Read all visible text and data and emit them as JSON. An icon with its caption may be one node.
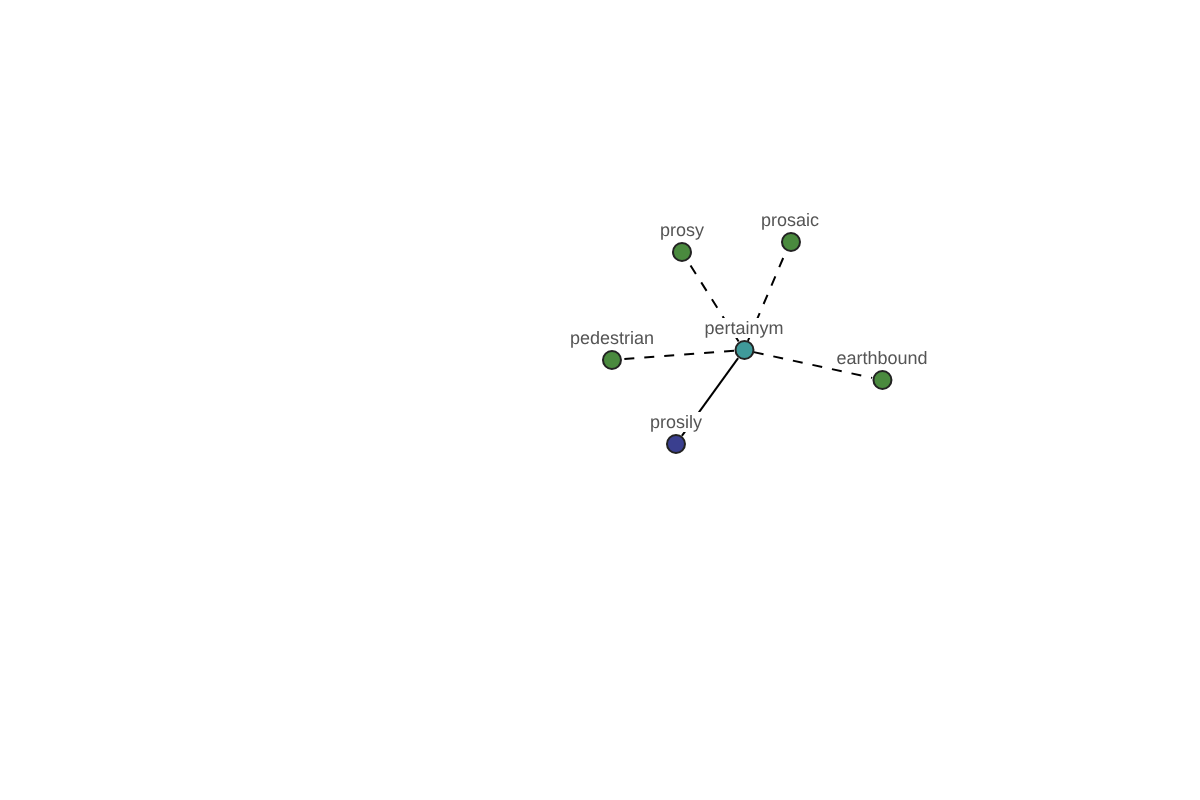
{
  "diagram": {
    "nodes": [
      {
        "text": [
          "pertainym"
        ]
      },
      {
        "text": [
          "prosy"
        ]
      },
      {
        "text": [
          "prosaic"
        ]
      },
      {
        "text": [
          "pedestrian"
        ]
      },
      {
        "text": [
          "earthbound"
        ]
      },
      {
        "text": [
          "prosily"
        ]
      }
    ],
    "edges": [
      {
        "from": 0,
        "to": 1,
        "arrow": "none",
        "style": "dashed"
      },
      {
        "from": 0,
        "to": 2,
        "arrow": "none",
        "style": "dashed"
      },
      {
        "from": 0,
        "to": 3,
        "arrow": "none",
        "style": "dashed"
      },
      {
        "from": 0,
        "to": 4,
        "arrow": "none",
        "style": "dashed"
      },
      {
        "from": 0,
        "to": 5,
        "arrow": "none"
      }
    ]
  }
}
